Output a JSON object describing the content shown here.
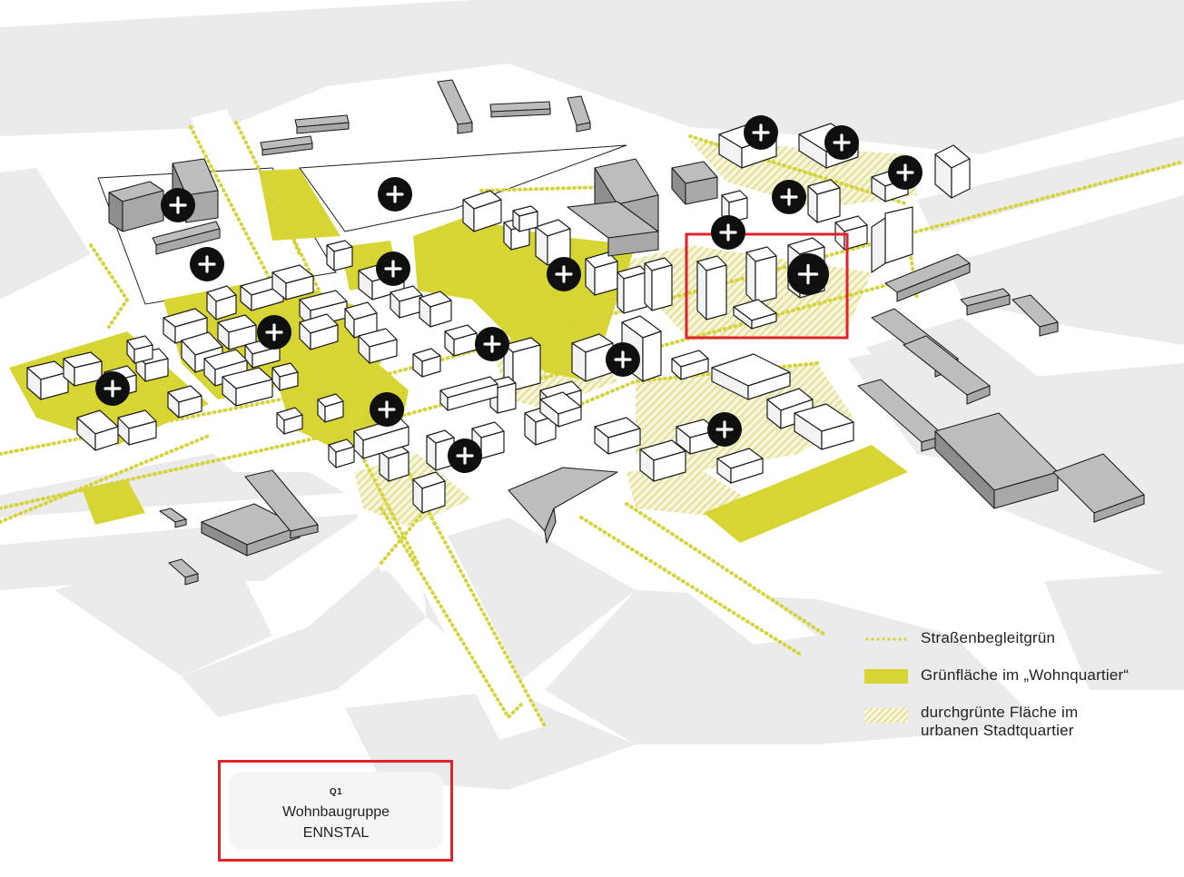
{
  "legend": {
    "street_green": "Straßenbegleitgrün",
    "green_area": "Grünfläche im „Wohnquartier“",
    "urban_green_line1": "durchgrünte Fläche im",
    "urban_green_line2": "urbanen Stadtquartier"
  },
  "info_card": {
    "code": "Q1",
    "line1": "Wohnbaugruppe",
    "line2": "ENNSTAL"
  },
  "colors": {
    "green_area": "#d7d534",
    "street_green": "#d6d33c",
    "highlight": "#e0232b",
    "marker": "#0f0f0f"
  },
  "markers": [
    {
      "id": 1,
      "icon": "plus-icon"
    },
    {
      "id": 2,
      "icon": "plus-icon"
    },
    {
      "id": 3,
      "icon": "plus-icon"
    },
    {
      "id": 4,
      "icon": "plus-icon"
    },
    {
      "id": 5,
      "icon": "plus-icon"
    },
    {
      "id": 6,
      "icon": "plus-icon"
    },
    {
      "id": 7,
      "icon": "plus-icon"
    },
    {
      "id": 8,
      "icon": "plus-icon"
    },
    {
      "id": 9,
      "icon": "plus-icon"
    },
    {
      "id": 10,
      "icon": "plus-icon"
    },
    {
      "id": 11,
      "icon": "plus-icon"
    },
    {
      "id": 12,
      "icon": "plus-icon"
    },
    {
      "id": 13,
      "icon": "plus-icon"
    },
    {
      "id": 14,
      "icon": "plus-icon"
    },
    {
      "id": 15,
      "icon": "plus-icon"
    },
    {
      "id": 16,
      "icon": "plus-icon"
    },
    {
      "id": 17,
      "icon": "plus-icon"
    },
    {
      "id": 18,
      "icon": "plus-icon"
    },
    {
      "id": 19,
      "icon": "plus-icon"
    },
    {
      "id": 20,
      "icon": "plus-icon"
    },
    {
      "id": 21,
      "icon": "plus-icon"
    }
  ]
}
